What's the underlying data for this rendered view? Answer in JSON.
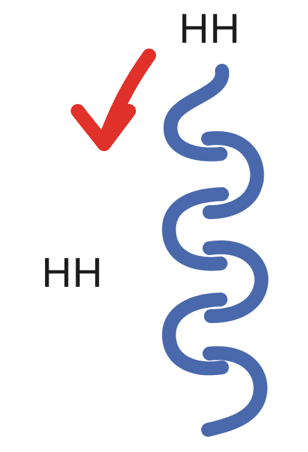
{
  "labels": {
    "top": "HH",
    "left": "HH"
  },
  "colors": {
    "helix": "#4a69ac",
    "arrow": "#e0312a",
    "text": "#1b1b1b",
    "background": "#ffffff"
  },
  "figure": {
    "helix_turns": 5,
    "arrow_direction": "down-left"
  }
}
